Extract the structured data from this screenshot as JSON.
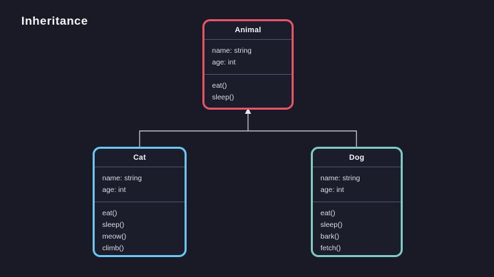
{
  "page": {
    "title": "Inheritance",
    "background_color": "#191a26",
    "text_color": "#d8dae3",
    "connector_color": "#b9bcc9",
    "divider_color": "#4d5368"
  },
  "diagram": {
    "type": "uml-class-inheritance",
    "parent": {
      "name": "Animal",
      "border_color": "#e8536a",
      "attributes": [
        "name: string",
        "age: int"
      ],
      "methods": [
        "eat()",
        "sleep()"
      ]
    },
    "children": [
      {
        "name": "Cat",
        "border_color": "#6cc4f5",
        "attributes": [
          "name: string",
          "age: int"
        ],
        "methods": [
          "eat()",
          "sleep()",
          "meow()",
          "climb()"
        ]
      },
      {
        "name": "Dog",
        "border_color": "#7fc9c2",
        "attributes": [
          "name: string",
          "age: int"
        ],
        "methods": [
          "eat()",
          "sleep()",
          "bark()",
          "fetch()"
        ]
      }
    ]
  }
}
